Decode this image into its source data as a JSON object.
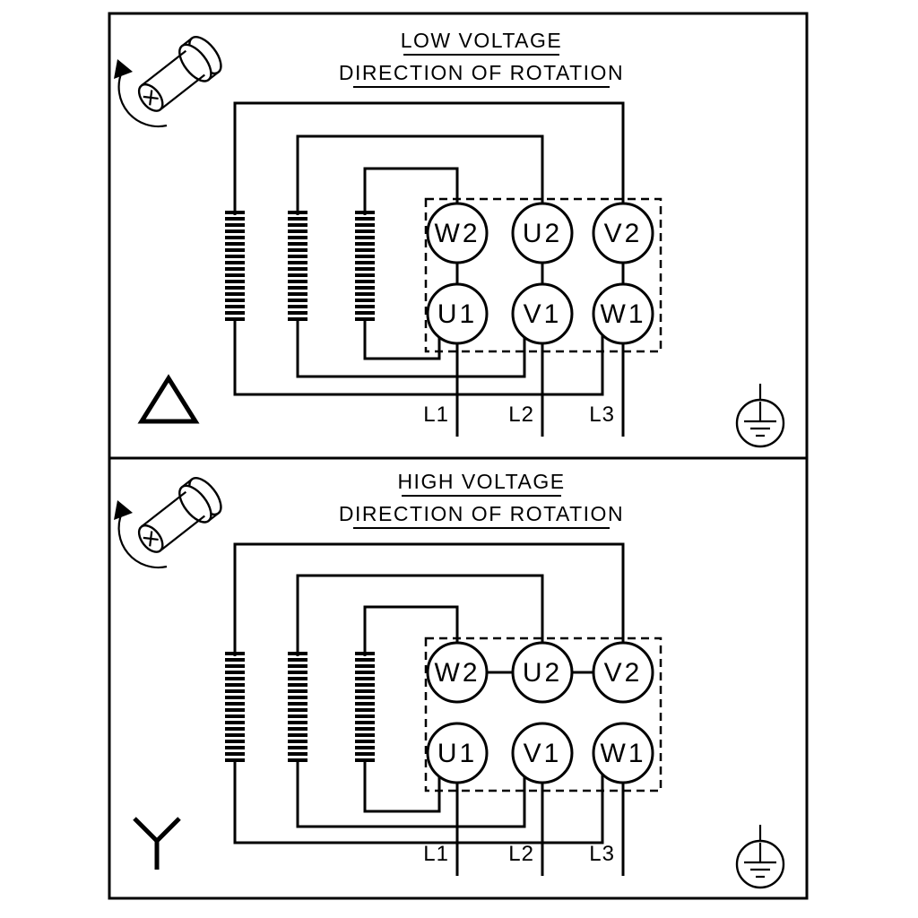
{
  "panels": [
    {
      "id": "low-voltage",
      "title": "LOW VOLTAGE",
      "subtitle": "DIRECTION OF ROTATION",
      "connection_symbol": "delta",
      "terminals_top": [
        "W2",
        "U2",
        "V2"
      ],
      "terminals_bottom": [
        "U1",
        "V1",
        "W1"
      ],
      "line_labels": [
        "L1",
        "L2",
        "L3"
      ]
    },
    {
      "id": "high-voltage",
      "title": "HIGH VOLTAGE",
      "subtitle": "DIRECTION OF ROTATION",
      "connection_symbol": "star",
      "terminals_top": [
        "W2",
        "U2",
        "V2"
      ],
      "terminals_bottom": [
        "U1",
        "V1",
        "W1"
      ],
      "line_labels": [
        "L1",
        "L2",
        "L3"
      ]
    }
  ],
  "icons": {
    "shaft": "motor-shaft-with-rotation-arrow",
    "delta": "delta-connection-symbol",
    "star": "star-connection-symbol",
    "ground": "protective-earth-symbol"
  },
  "colors": {
    "ink": "#000000",
    "background": "#ffffff"
  }
}
